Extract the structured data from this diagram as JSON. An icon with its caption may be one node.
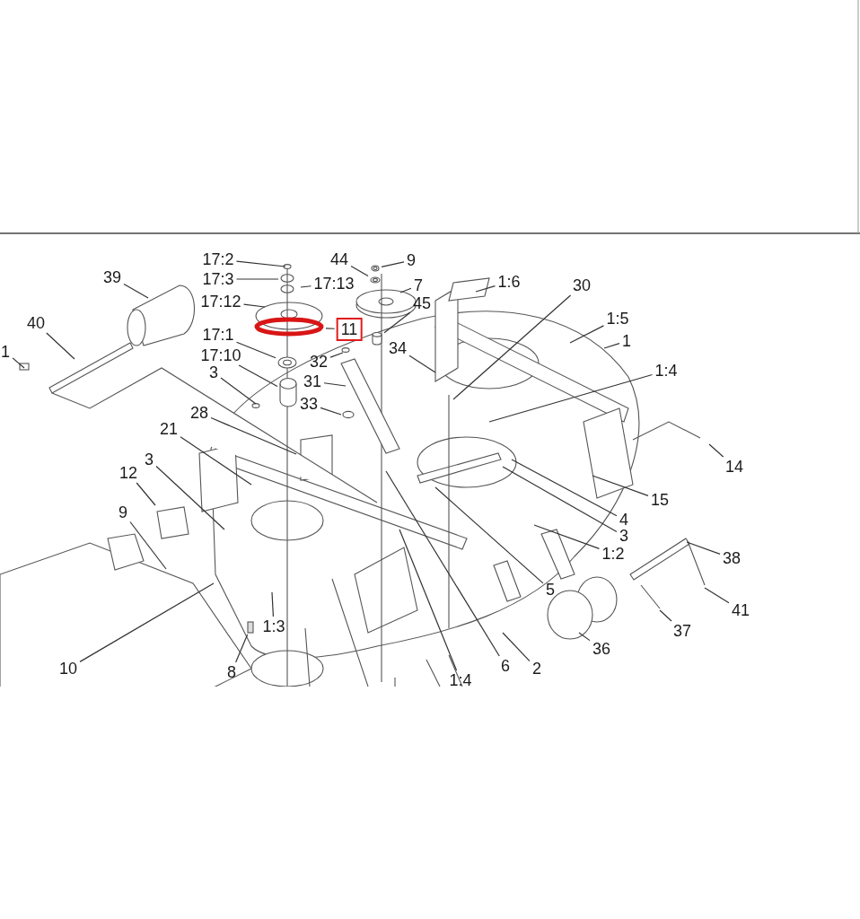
{
  "diagram": {
    "nodes": [
      {
        "text": [
          "17:2"
        ]
      },
      {
        "text": [
          "17:3"
        ]
      },
      {
        "text": [
          "17:13"
        ]
      },
      {
        "text": [
          "17:12"
        ]
      },
      {
        "text": [
          "11"
        ]
      },
      {
        "text": [
          "17:1"
        ]
      },
      {
        "text": [
          "17:10"
        ]
      },
      {
        "text": [
          "3"
        ]
      },
      {
        "text": [
          "44"
        ]
      },
      {
        "text": [
          "9"
        ]
      },
      {
        "text": [
          "7"
        ]
      },
      {
        "text": [
          "45"
        ]
      },
      {
        "text": [
          "32"
        ]
      },
      {
        "text": [
          "31"
        ]
      },
      {
        "text": [
          "33"
        ]
      },
      {
        "text": [
          "34"
        ]
      },
      {
        "text": [
          "1:6"
        ]
      },
      {
        "text": [
          "30"
        ]
      },
      {
        "text": [
          "1:5"
        ]
      },
      {
        "text": [
          "1"
        ]
      },
      {
        "text": [
          "1:4"
        ]
      },
      {
        "text": [
          "39"
        ]
      },
      {
        "text": [
          "40"
        ]
      },
      {
        "text": [
          "1"
        ]
      },
      {
        "text": [
          "28"
        ]
      },
      {
        "text": [
          "21"
        ]
      },
      {
        "text": [
          "3"
        ]
      },
      {
        "text": [
          "12"
        ]
      },
      {
        "text": [
          "9"
        ]
      },
      {
        "text": [
          "10"
        ]
      },
      {
        "text": [
          "1:3"
        ]
      },
      {
        "text": [
          "8"
        ]
      },
      {
        "text": [
          "14"
        ]
      },
      {
        "text": [
          "15"
        ]
      },
      {
        "text": [
          "4"
        ]
      },
      {
        "text": [
          "3"
        ]
      },
      {
        "text": [
          "1:2"
        ]
      },
      {
        "text": [
          "5"
        ]
      },
      {
        "text": [
          "6"
        ]
      },
      {
        "text": [
          "2"
        ]
      },
      {
        "text": [
          "1:4"
        ]
      },
      {
        "text": [
          "36"
        ]
      },
      {
        "text": [
          "37"
        ]
      },
      {
        "text": [
          "38"
        ]
      },
      {
        "text": [
          "41"
        ]
      },
      {
        "text": [],
        "shape": "circle"
      },
      {
        "text": [],
        "shape": "circle"
      },
      {
        "text": [],
        "shape": "cylinder"
      },
      {
        "text": [],
        "shape": "circle"
      },
      {
        "text": [],
        "shape": "cylinder"
      },
      {
        "text": [],
        "shape": "bar"
      },
      {
        "text": [],
        "shape": "circle"
      }
    ],
    "edges": [
      {
        "from": 0,
        "to": null,
        "arrow": "none"
      },
      {
        "from": 1,
        "to": null,
        "arrow": "none"
      },
      {
        "from": 2,
        "to": null,
        "arrow": "none"
      },
      {
        "from": 3,
        "to": null,
        "arrow": "none"
      },
      {
        "from": 4,
        "to": 45,
        "arrow": "none"
      },
      {
        "from": 5,
        "to": 46,
        "arrow": "none"
      },
      {
        "from": 6,
        "to": 47,
        "arrow": "none"
      },
      {
        "from": 7,
        "to": null,
        "arrow": "none"
      },
      {
        "from": 8,
        "to": 51,
        "arrow": "none"
      },
      {
        "from": 9,
        "to": 48,
        "arrow": "none"
      },
      {
        "from": 10,
        "to": null,
        "arrow": "none"
      },
      {
        "from": 11,
        "to": 49,
        "arrow": "none"
      },
      {
        "from": 12,
        "to": null,
        "arrow": "none"
      },
      {
        "from": 13,
        "to": null,
        "arrow": "none"
      },
      {
        "from": 14,
        "to": null,
        "arrow": "none"
      },
      {
        "from": 15,
        "to": null,
        "arrow": "none"
      },
      {
        "from": 16,
        "to": null,
        "arrow": "none"
      },
      {
        "from": 17,
        "to": null,
        "arrow": "none"
      },
      {
        "from": 18,
        "to": null,
        "arrow": "none"
      },
      {
        "from": 19,
        "to": null,
        "arrow": "none"
      },
      {
        "from": 20,
        "to": null,
        "arrow": "none"
      },
      {
        "from": 21,
        "to": null,
        "arrow": "none"
      },
      {
        "from": 22,
        "to": null,
        "arrow": "none"
      },
      {
        "from": 23,
        "to": null,
        "arrow": "none"
      },
      {
        "from": 24,
        "to": null,
        "arrow": "none"
      },
      {
        "from": 25,
        "to": null,
        "arrow": "none"
      },
      {
        "from": 26,
        "to": null,
        "arrow": "none"
      },
      {
        "from": 27,
        "to": null,
        "arrow": "none"
      },
      {
        "from": 28,
        "to": null,
        "arrow": "none"
      },
      {
        "from": 29,
        "to": null,
        "arrow": "none"
      },
      {
        "from": 30,
        "to": null,
        "arrow": "none"
      },
      {
        "from": 31,
        "to": 50,
        "arrow": "none"
      },
      {
        "from": 32,
        "to": null,
        "arrow": "none"
      },
      {
        "from": 33,
        "to": null,
        "arrow": "none"
      },
      {
        "from": 34,
        "to": null,
        "arrow": "none"
      },
      {
        "from": 35,
        "to": null,
        "arrow": "none"
      },
      {
        "from": 36,
        "to": null,
        "arrow": "none"
      },
      {
        "from": 37,
        "to": null,
        "arrow": "none"
      },
      {
        "from": 38,
        "to": null,
        "arrow": "none"
      },
      {
        "from": 39,
        "to": null,
        "arrow": "none"
      },
      {
        "from": 40,
        "to": null,
        "arrow": "none"
      },
      {
        "from": 41,
        "to": null,
        "arrow": "none"
      },
      {
        "from": 42,
        "to": null,
        "arrow": "none"
      },
      {
        "from": 43,
        "to": null,
        "arrow": "none"
      },
      {
        "from": 44,
        "to": null,
        "arrow": "none"
      }
    ]
  }
}
